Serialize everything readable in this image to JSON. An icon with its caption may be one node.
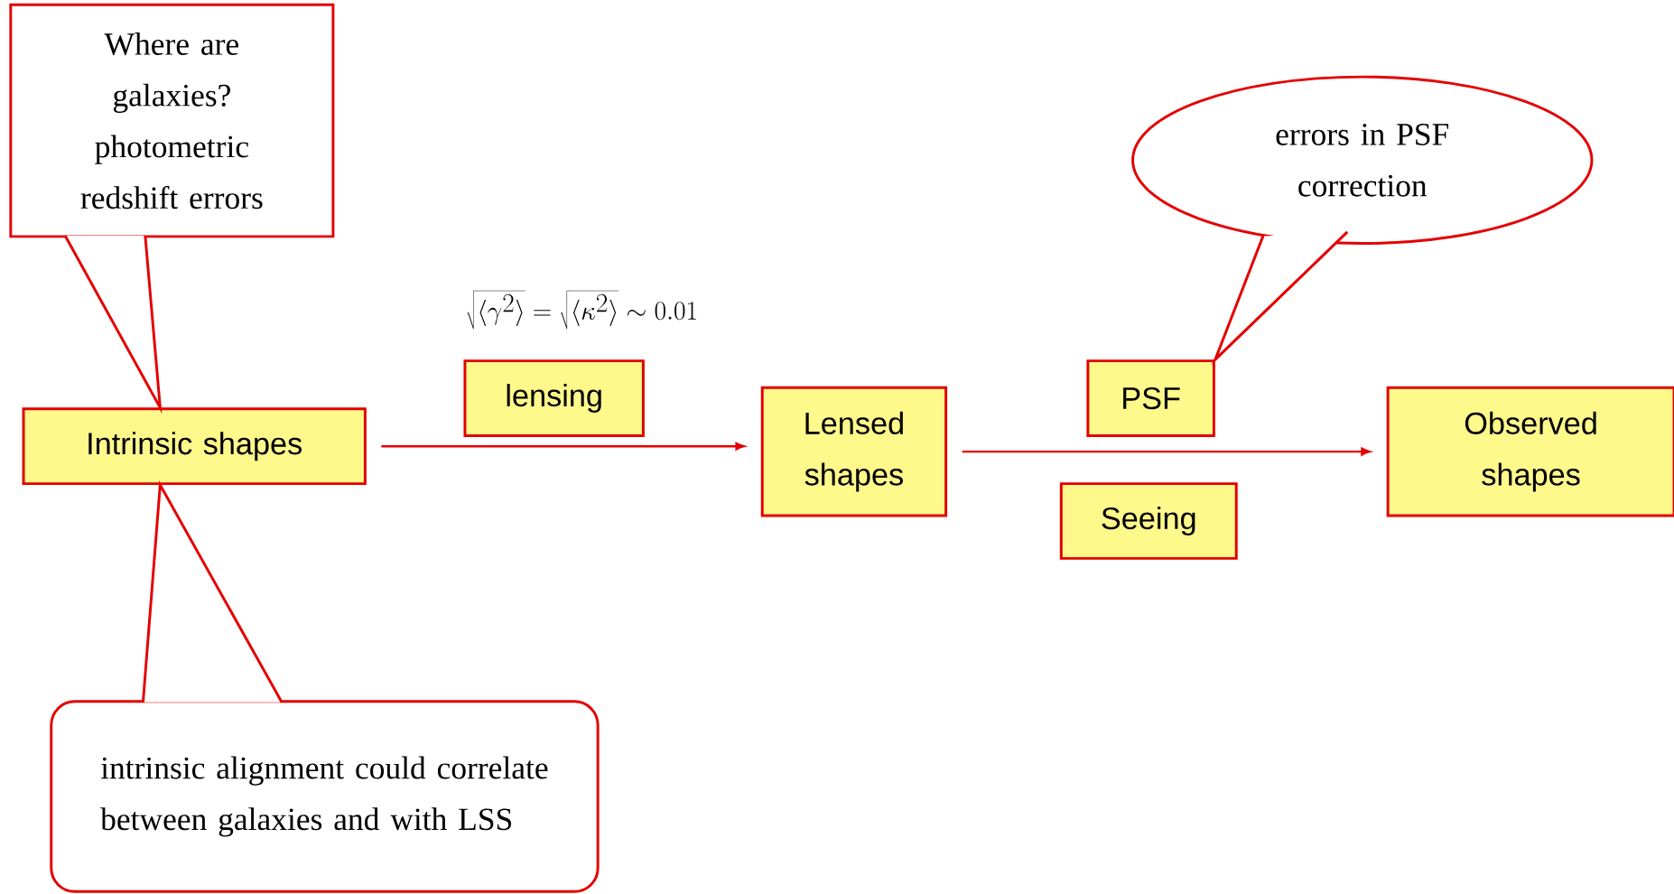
{
  "diagram": {
    "nodes": [
      {
        "text": [
          "Where are galaxies? photometric redshift errors"
        ]
      },
      {
        "text": [
          "Intrinsic shapes"
        ]
      },
      {
        "text": [
          "lensing"
        ]
      },
      {
        "text": [
          "Lensed shapes"
        ]
      },
      {
        "text": [
          "PSF"
        ]
      },
      {
        "text": [
          "Seeing"
        ]
      },
      {
        "text": [
          "Observed shapes"
        ]
      },
      {
        "text": [
          "errors in PSF correction"
        ]
      },
      {
        "text": [
          "intrinsic alignment could correlate between galaxies and with LSS"
        ]
      }
    ],
    "edges": [
      {
        "from": 1,
        "to": 3,
        "arrow": "to"
      },
      {
        "from": 3,
        "to": 6,
        "arrow": "to"
      },
      {
        "from": 0,
        "to": 1,
        "arrow": "none"
      },
      {
        "from": 7,
        "to": 4,
        "arrow": "none"
      },
      {
        "from": 8,
        "to": 1,
        "arrow": "none"
      }
    ],
    "labels": [
      "\\sqrt{\\langle\\gamma^2\\rangle} = \\sqrt{\\langle\\kappa^2\\rangle} \\sim 0.01"
    ]
  }
}
